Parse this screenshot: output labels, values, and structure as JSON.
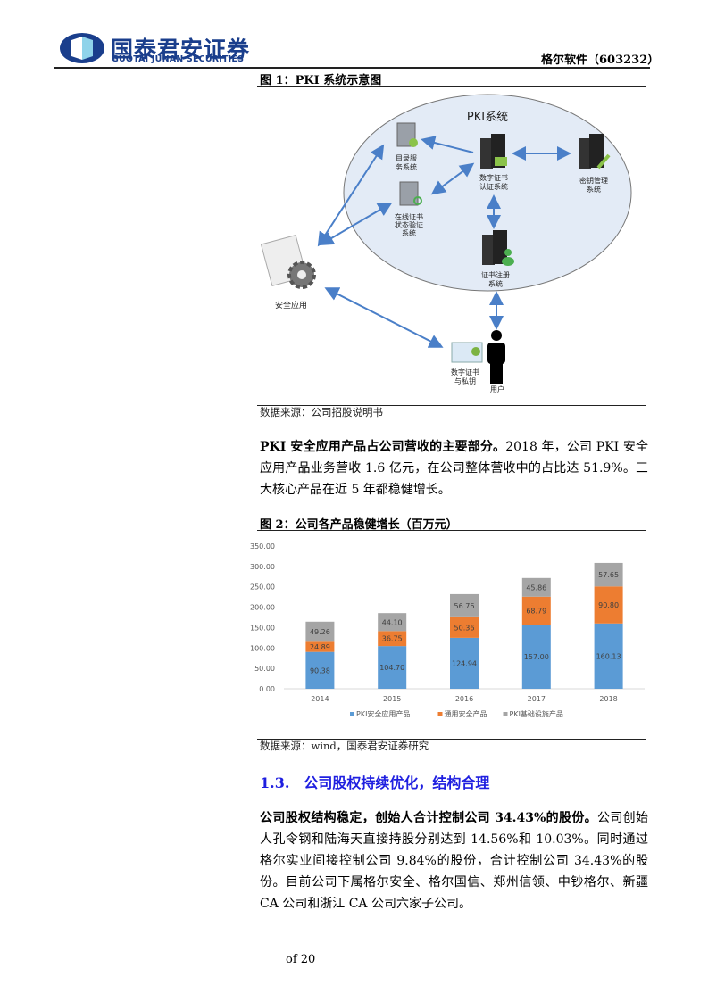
{
  "header": {
    "logo_cn": "国泰君安证券",
    "logo_en": "GUOTAI JUNAN SECURITIES",
    "company": "格尔软件（603232）"
  },
  "figure1": {
    "title": "图 1：PKI 系统示意图",
    "system_label": "PKI系统",
    "nodes": {
      "directory": [
        "目录服",
        "务系统"
      ],
      "ca": [
        "数字证书",
        "认证系统"
      ],
      "kms": [
        "密钥管理",
        "系统"
      ],
      "ocsp": [
        "在线证书",
        "状态验证",
        "系统"
      ],
      "ra": [
        "证书注册",
        "系统"
      ],
      "app": [
        "安全应用"
      ],
      "cert": [
        "数字证书",
        "与私钥"
      ],
      "user": [
        "用户"
      ]
    },
    "source": "数据来源：公司招股说明书"
  },
  "paragraph1": {
    "bold": "PKI 安全应用产品占公司营收的主要部分。",
    "text": "2018 年，公司 PKI 安全应用产品业务营收 1.6 亿元，在公司整体营收中的占比达 51.9%。三大核心产品在近 5 年都稳健增长。"
  },
  "figure2": {
    "title": "图 2：公司各产品稳健增长（百万元）",
    "source": "数据来源：wind，国泰君安证券研究"
  },
  "chart_data": {
    "type": "bar",
    "stacked": true,
    "title": "图 2：公司各产品稳健增长（百万元）",
    "categories": [
      "2014",
      "2015",
      "2016",
      "2017",
      "2018"
    ],
    "series": [
      {
        "name": "PKI安全应用产品",
        "color": "#5b9bd5",
        "values": [
          90.38,
          104.7,
          124.94,
          157.0,
          160.13
        ]
      },
      {
        "name": "通用安全产品",
        "color": "#ed7d31",
        "values": [
          24.89,
          36.75,
          50.36,
          68.79,
          90.8
        ]
      },
      {
        "name": "PKI基础设施产品",
        "color": "#a5a5a5",
        "values": [
          49.26,
          44.1,
          56.76,
          45.86,
          57.65
        ]
      }
    ],
    "ylim": [
      0,
      350
    ],
    "yticks": [
      "0.00",
      "50.00",
      "100.00",
      "150.00",
      "200.00",
      "250.00",
      "300.00",
      "350.00"
    ],
    "grid": false,
    "legend": "bottom"
  },
  "section": {
    "number": "1.3.",
    "title": "公司股权持续优化，结构合理"
  },
  "paragraph2": {
    "bold": "公司股权结构稳定，创始人合计控制公司 34.43%的股份。",
    "text": "公司创始人孔令钢和陆海天直接持股分别达到 14.56%和 10.03%。同时通过格尔实业间接控制公司 9.84%的股份，合计控制公司 34.43%的股份。目前公司下属格尔安全、格尔国信、郑州信领、中钞格尔、新疆 CA 公司和浙江 CA 公司六家子公司。"
  },
  "footer": {
    "page": "of 20"
  }
}
